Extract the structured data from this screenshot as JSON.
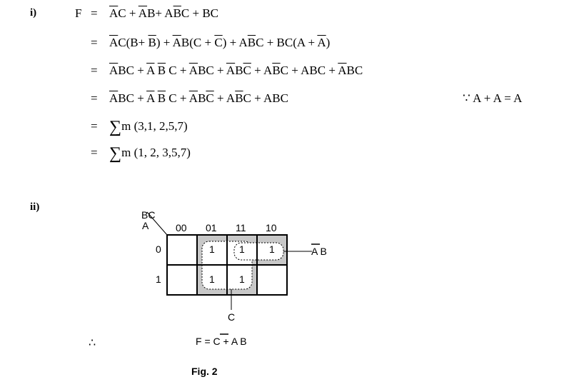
{
  "part_i_label": "i)",
  "part_ii_label": "ii)",
  "lhs": "F",
  "equals": "=",
  "lines": [
    {
      "tokens": [
        {
          "t": "A",
          "o": true
        },
        {
          "t": "C + "
        },
        {
          "t": "A",
          "o": true
        },
        {
          "t": "B+ A"
        },
        {
          "t": "B",
          "o": true
        },
        {
          "t": "C + BC"
        }
      ]
    },
    {
      "tokens": [
        {
          "t": "A",
          "o": true
        },
        {
          "t": "C(B+ "
        },
        {
          "t": "B",
          "o": true
        },
        {
          "t": ") + "
        },
        {
          "t": "A",
          "o": true
        },
        {
          "t": "B(C + "
        },
        {
          "t": "C",
          "o": true
        },
        {
          "t": ") + A"
        },
        {
          "t": "B",
          "o": true
        },
        {
          "t": "C + BC(A + "
        },
        {
          "t": "A",
          "o": true
        },
        {
          "t": ")"
        }
      ]
    },
    {
      "tokens": [
        {
          "t": "A",
          "o": true
        },
        {
          "t": "BC + "
        },
        {
          "t": "A",
          "o": true
        },
        {
          "t": " "
        },
        {
          "t": "B",
          "o": true
        },
        {
          "t": " C + "
        },
        {
          "t": "A",
          "o": true
        },
        {
          "t": "BC + "
        },
        {
          "t": "A",
          "o": true
        },
        {
          "t": "B"
        },
        {
          "t": "C",
          "o": true
        },
        {
          "t": " + A"
        },
        {
          "t": "B",
          "o": true
        },
        {
          "t": "C + ABC + "
        },
        {
          "t": "A",
          "o": true
        },
        {
          "t": "BC"
        }
      ]
    },
    {
      "tokens": [
        {
          "t": "A",
          "o": true
        },
        {
          "t": "BC + "
        },
        {
          "t": "A",
          "o": true
        },
        {
          "t": " "
        },
        {
          "t": "B",
          "o": true
        },
        {
          "t": " C + "
        },
        {
          "t": "A",
          "o": true
        },
        {
          "t": "B"
        },
        {
          "t": "C",
          "o": true
        },
        {
          "t": " + A"
        },
        {
          "t": "B",
          "o": true
        },
        {
          "t": "C + ABC"
        }
      ]
    },
    {
      "tokens": [
        {
          "t": "∑",
          "s": true
        },
        {
          "t": "m (3,1, 2,5,7)"
        }
      ]
    },
    {
      "tokens": [
        {
          "t": "∑",
          "s": true
        },
        {
          "t": "m (1, 2, 3,5,7)"
        }
      ]
    }
  ],
  "note": "∵ A + A = A",
  "kmap": {
    "row_var": "A",
    "col_var": "BC",
    "col_headers": [
      "00",
      "01",
      "11",
      "10"
    ],
    "row_headers": [
      "0",
      "1"
    ],
    "cells": [
      [
        "",
        "1",
        "1",
        "1"
      ],
      [
        "",
        "1",
        "1",
        ""
      ]
    ],
    "group1_label_a": "A",
    "group1_label_b": "B",
    "group2_label": "C"
  },
  "therefore": "∴",
  "result": {
    "pre": "F = C + ",
    "bar": "A",
    "post": " B"
  },
  "caption": "Fig. 2"
}
